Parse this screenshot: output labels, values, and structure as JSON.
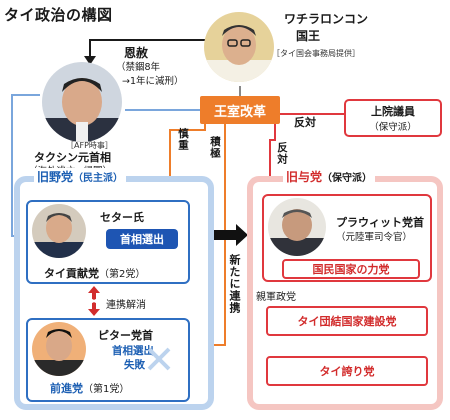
{
  "title": "タイ政治の構図",
  "thaksin": {
    "name": "タクシン元首相",
    "sub": "（海外逃亡→帰国）",
    "credit": "［AFP時事］"
  },
  "king": {
    "name1": "ワチラロンコン",
    "name2": "国王",
    "credit": "［タイ国会事務局提供］"
  },
  "pardon": {
    "label": "恩赦",
    "detail1": "（禁錮8年",
    "detail2": "→1年に減刑）"
  },
  "reform": "王室改革",
  "upper_house": {
    "line1": "上院議員",
    "line2": "（保守派）"
  },
  "labels": {
    "against_upper": "反対",
    "cautious": "慎重",
    "active": "積極",
    "against_gov": "反対",
    "new_coalition": "新たに連携",
    "coalition_dissolved": "連携解消",
    "military_parties": "親軍政党"
  },
  "opposition": {
    "head": "旧野党",
    "head_sub": "（民主派）",
    "srettha": {
      "name": "セター氏",
      "pm": "首相選出",
      "party": "タイ貢献党",
      "party_sub": "（第2党）"
    },
    "pita": {
      "name": "ピター党首",
      "failed1": "首相選出",
      "failed2": "失敗",
      "party": "前進党",
      "party_sub": "（第1党）"
    }
  },
  "government": {
    "head": "旧与党",
    "head_sub": "（保守派）",
    "prawit": {
      "name": "プラウィット党首",
      "sub": "（元陸軍司令官）"
    },
    "parties": [
      "国民国家の力党",
      "タイ団結国家建設党",
      "タイ誇り党"
    ]
  },
  "colors": {
    "blue": "#1c5fb3",
    "red": "#d22c2c",
    "orange": "#ee7d2a",
    "light_blue": "#bcd3ee",
    "light_red": "#f5c6c2"
  }
}
